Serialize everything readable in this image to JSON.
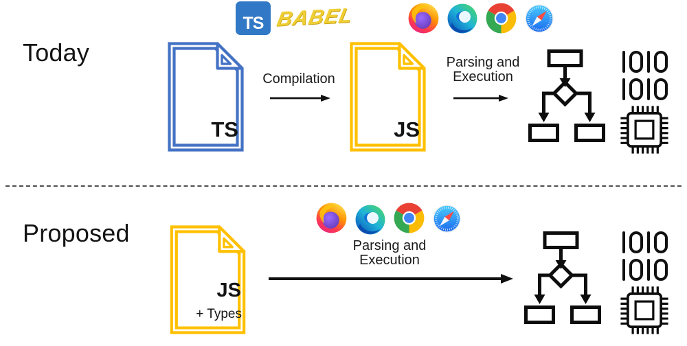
{
  "colors": {
    "document_blue": "#4472C4",
    "document_yellow": "#FFC000",
    "typescript_blue": "#3178C6",
    "babel_yellow": "#EFCE35",
    "ink": "#111111"
  },
  "today": {
    "section_label": "Today",
    "typescript_logo_text": "TS",
    "babel_logo_text": "BABEL",
    "source_document_label": "TS",
    "compile_step_label": "Compilation",
    "compiled_document_label": "JS",
    "exec_step_label_line1": "Parsing and",
    "exec_step_label_line2": "Execution",
    "browsers": [
      "Firefox",
      "Microsoft Edge",
      "Google Chrome",
      "Safari"
    ],
    "binary_rows": [
      "1010",
      "1010"
    ]
  },
  "proposed": {
    "section_label": "Proposed",
    "source_document_label": "JS",
    "source_document_sublabel": "+ Types",
    "exec_step_label_line1": "Parsing and",
    "exec_step_label_line2": "Execution",
    "browsers": [
      "Firefox",
      "Microsoft Edge",
      "Google Chrome",
      "Safari"
    ],
    "binary_rows": [
      "1010",
      "1010"
    ]
  },
  "icons": {
    "output_icons": [
      "flowchart-icon",
      "binary-code",
      "cpu-chip-icon"
    ]
  }
}
